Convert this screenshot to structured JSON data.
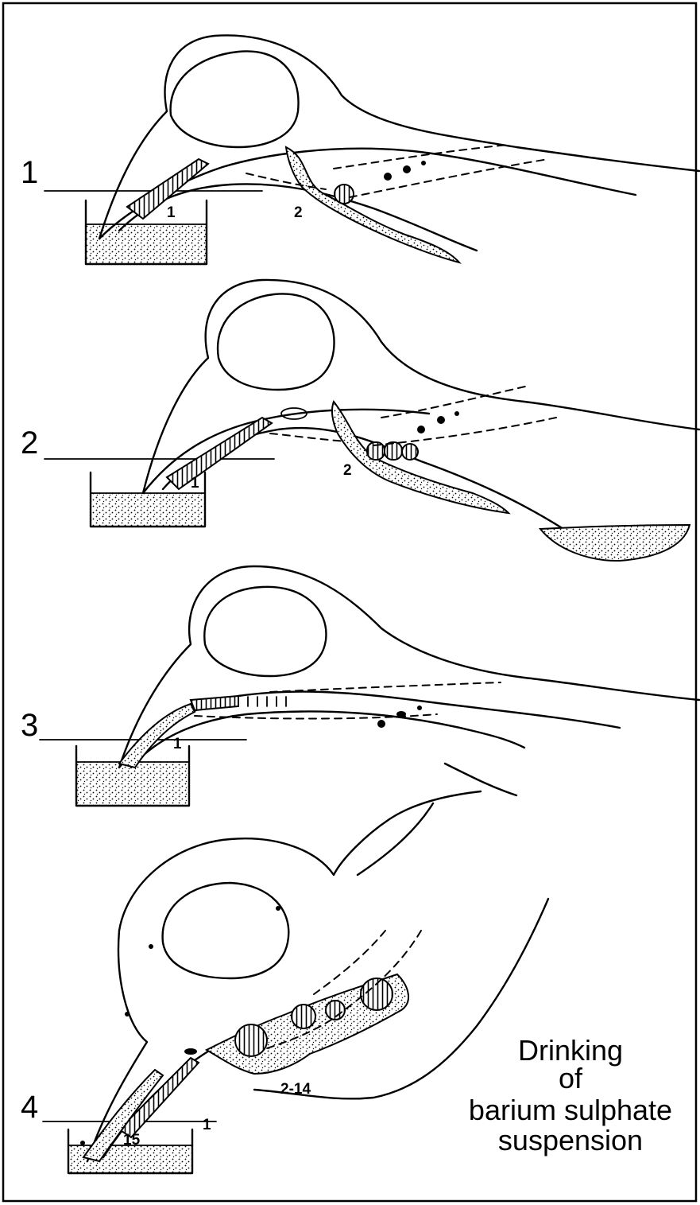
{
  "panels": [
    {
      "number": "1",
      "labels": [
        "1",
        "2"
      ]
    },
    {
      "number": "2",
      "labels": [
        "1",
        "2"
      ]
    },
    {
      "number": "3",
      "labels": [
        "1"
      ]
    },
    {
      "number": "4",
      "labels": [
        "1",
        "2-14",
        "15"
      ]
    }
  ],
  "caption": {
    "line1": "Drinking",
    "line2": "of",
    "line3": "barium sulphate",
    "line4": "suspension"
  }
}
